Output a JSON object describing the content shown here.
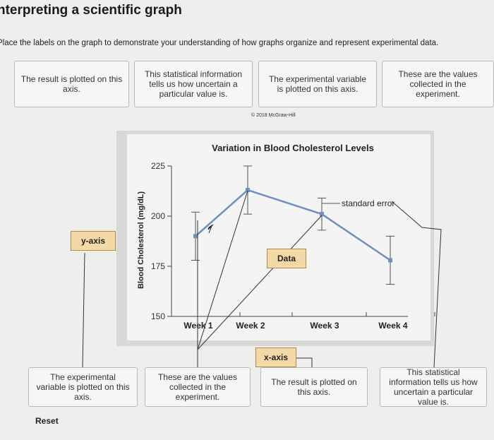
{
  "header": {
    "title": "nterpreting a scientific graph",
    "instructions": "Place the labels on the graph to demonstrate your understanding of how graphs organize and represent experimental data."
  },
  "label_bank": [
    "The result is plotted on this axis.",
    "This statistical information tells us how uncertain a particular value is.",
    "The experimental variable is plotted on this axis.",
    "These are the values collected in the experiment."
  ],
  "copyright": "© 2018 McGraw-Hill",
  "graph_tags": {
    "y_axis": "y-axis",
    "x_axis": "x-axis",
    "data": "Data",
    "standard_error": "standard error"
  },
  "drop_targets": [
    "The experimental variable is plotted on this axis.",
    "These are the values collected in the experiment.",
    "The result is plotted on this axis.",
    "This statistical information tells us how uncertain a particular value is."
  ],
  "reset_label": "Reset",
  "chart_data": {
    "type": "line",
    "title": "Variation in Blood Cholesterol Levels",
    "ylabel": "Blood Cholesterol (mg/dL)",
    "xlabel": "",
    "categories": [
      "Week 1",
      "Week 2",
      "Week 3",
      "Week 4"
    ],
    "values": [
      190,
      213,
      201,
      178
    ],
    "error": [
      12,
      12,
      8,
      12
    ],
    "yticks": [
      150,
      175,
      200,
      225
    ],
    "ylim": [
      150,
      225
    ],
    "line_color": "#6f8fc4",
    "grid": false,
    "legend": "none"
  }
}
